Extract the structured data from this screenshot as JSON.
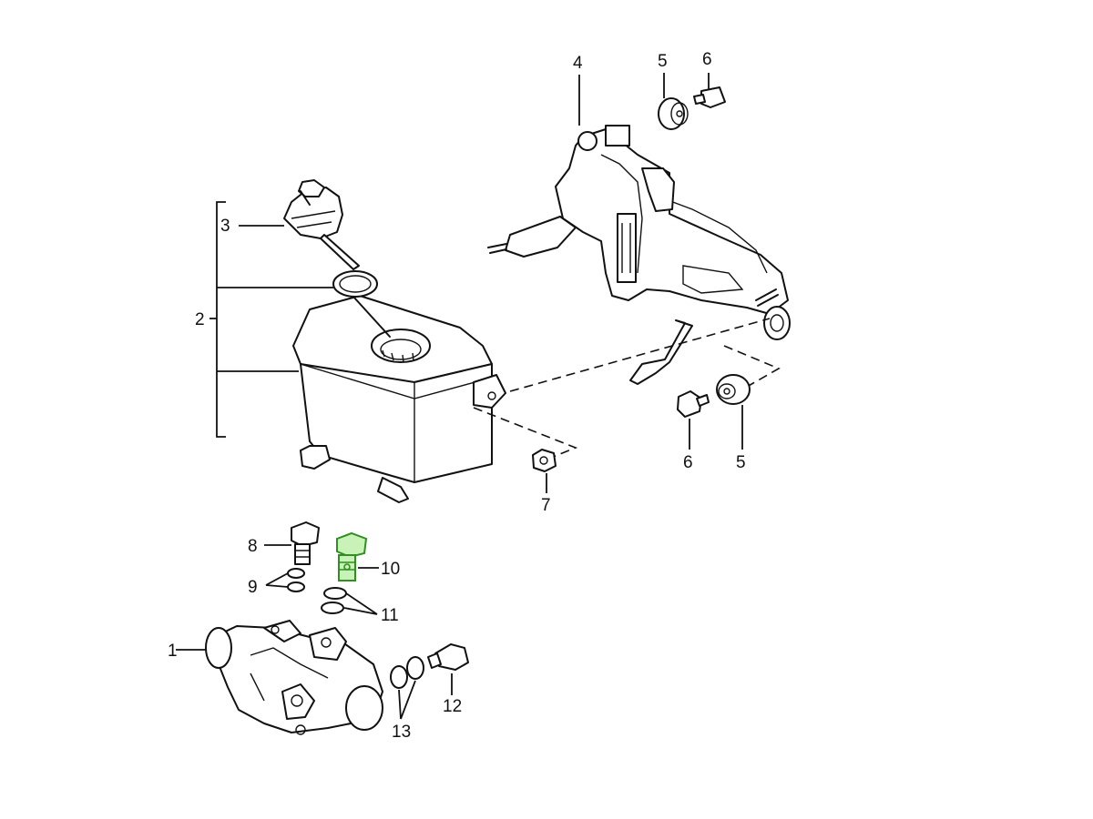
{
  "callouts": {
    "c1": "1",
    "c2": "2",
    "c3": "3",
    "c4": "4",
    "c5a": "5",
    "c6a": "6",
    "c5b": "5",
    "c6b": "6",
    "c7": "7",
    "c8": "8",
    "c9": "9",
    "c10": "10",
    "c11": "11",
    "c12": "12",
    "c13": "13"
  },
  "highlighted_part": "10",
  "colors": {
    "line": "#111111",
    "highlight_fill": "#c9f2b8",
    "highlight_stroke": "#2f8f1f"
  }
}
